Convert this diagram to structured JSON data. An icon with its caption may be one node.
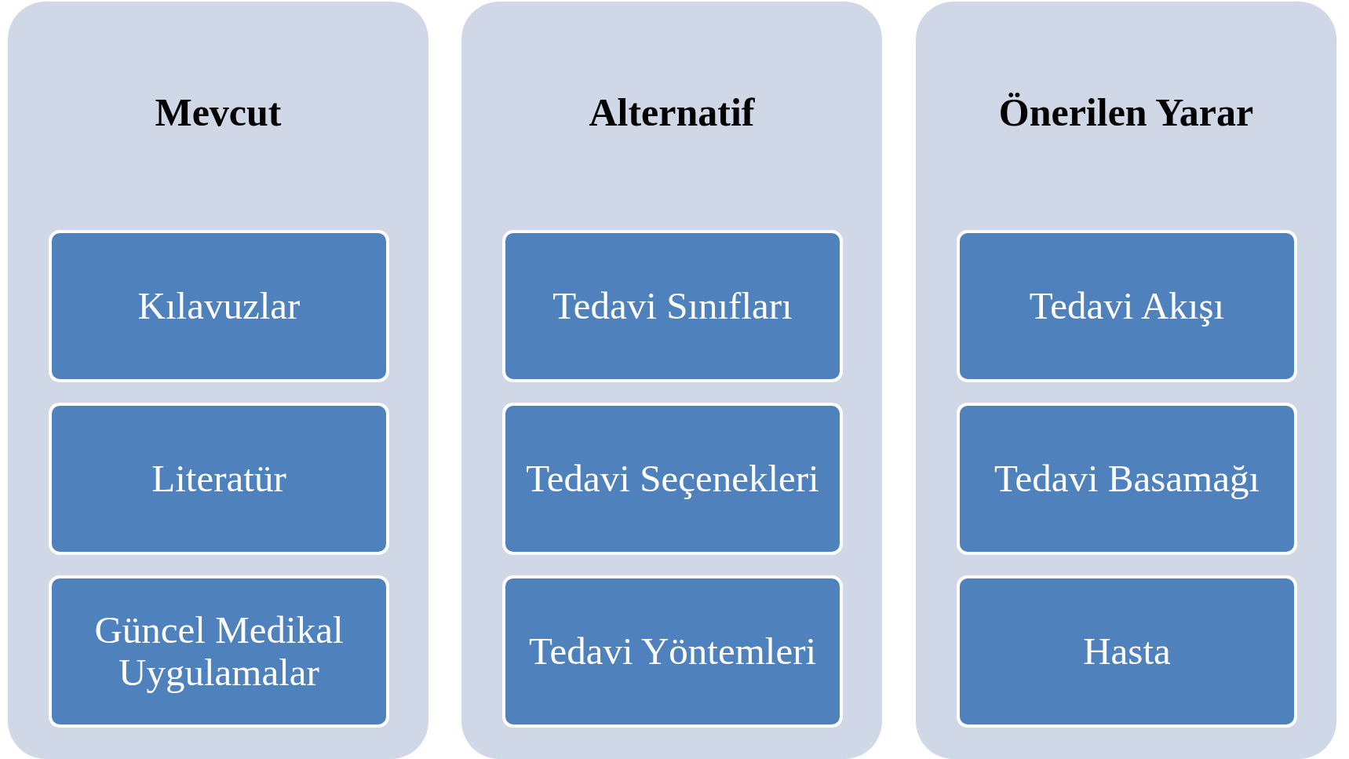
{
  "diagram": {
    "nodes": [
      {
        "text": [
          "Mevcut"
        ]
      },
      {
        "text": [
          "Kılavuzlar"
        ],
        "in": 0
      },
      {
        "text": [
          "Literatür"
        ],
        "in": 0
      },
      {
        "text": [
          "Güncel Medikal Uygulamalar"
        ],
        "in": 0
      },
      {
        "text": [
          "Alternatif"
        ]
      },
      {
        "text": [
          "Tedavi Sınıfları"
        ],
        "in": 4
      },
      {
        "text": [
          "Tedavi Seçenekleri"
        ],
        "in": 4
      },
      {
        "text": [
          "Tedavi Yöntemleri"
        ],
        "in": 4
      },
      {
        "text": [
          "Önerilen Yarar"
        ]
      },
      {
        "text": [
          "Tedavi Akışı"
        ],
        "in": 8
      },
      {
        "text": [
          "Tedavi Basamağı"
        ],
        "in": 8
      },
      {
        "text": [
          "Hasta"
        ],
        "in": 8
      }
    ]
  }
}
